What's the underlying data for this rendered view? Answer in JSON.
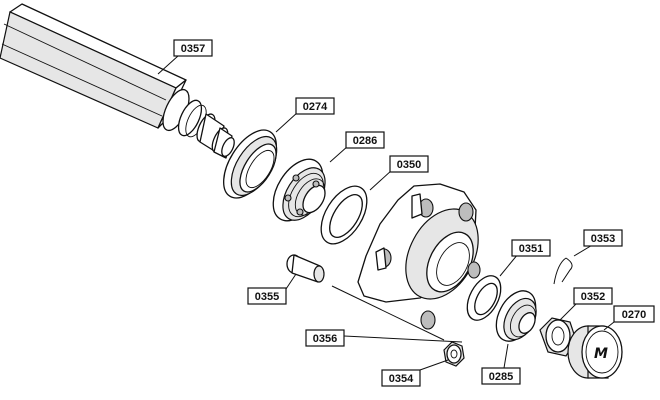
{
  "labels": {
    "axle": "0357",
    "seal": "0274",
    "inner_bearing": "0286",
    "inner_ring": "0350",
    "outer_ring": "0351",
    "cotter_pin": "0353",
    "wheel_stud": "0355",
    "hub": "0356",
    "outer_bearing": "0285",
    "castle_nut": "0352",
    "lug_nut": "0354",
    "dust_cap": "0270"
  },
  "icons": {
    "cap_logo": "M"
  }
}
